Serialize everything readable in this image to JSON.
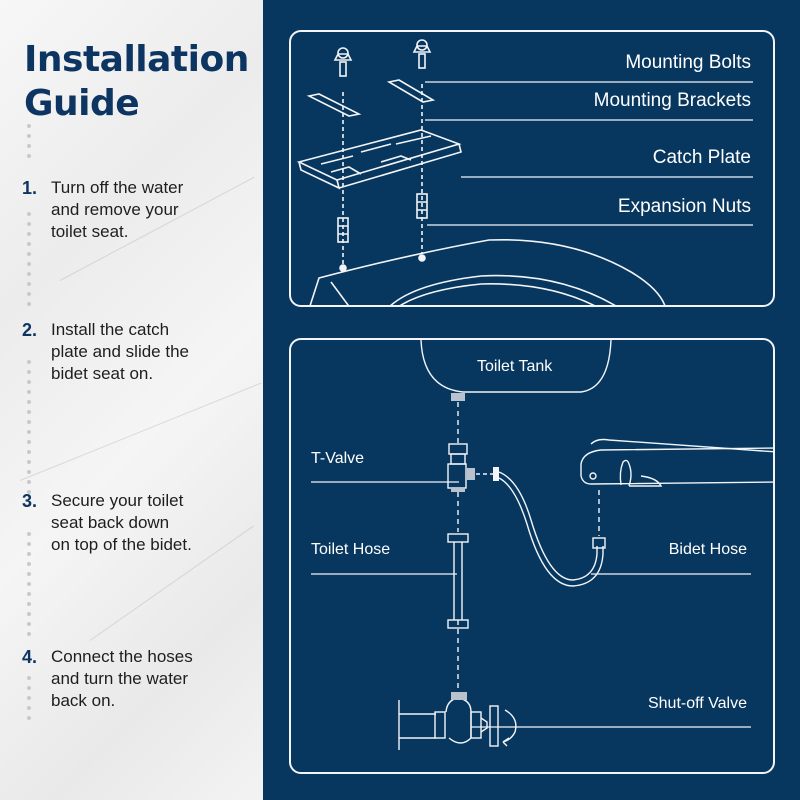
{
  "title": {
    "line1": "Installation",
    "line2": "Guide"
  },
  "steps": [
    {
      "number": "1.",
      "lines": [
        "Turn off the water",
        "and remove your",
        "toilet seat."
      ]
    },
    {
      "number": "2.",
      "lines": [
        "Install the catch",
        "plate and slide the",
        "bidet seat on."
      ]
    },
    {
      "number": "3.",
      "lines": [
        "Secure your toilet",
        "seat back down",
        "on top of the bidet."
      ]
    },
    {
      "number": "4.",
      "lines": [
        "Connect the hoses",
        "and turn the water",
        "back on."
      ]
    }
  ],
  "diagram_top": {
    "labels": {
      "mounting_bolts": "Mounting Bolts",
      "mounting_brackets": "Mounting Brackets",
      "catch_plate": "Catch Plate",
      "expansion_nuts": "Expansion Nuts"
    }
  },
  "diagram_bottom": {
    "labels": {
      "toilet_tank": "Toilet Tank",
      "t_valve": "T-Valve",
      "toilet_hose": "Toilet Hose",
      "bidet_hose": "Bidet Hose",
      "shutoff_valve": "Shut-off Valve"
    }
  },
  "colors": {
    "navy_background": "#07375f",
    "title_navy": "#0d3562",
    "line_white": "#f2f4f7",
    "marble_background": "#f1f1f1"
  }
}
